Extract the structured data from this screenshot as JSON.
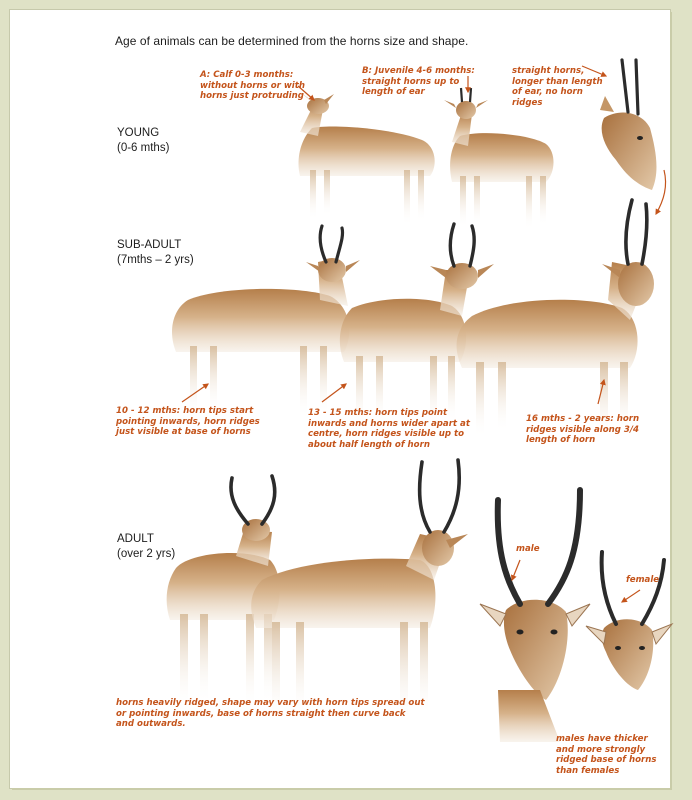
{
  "title": "Age of animals can be determined from the horns size and shape.",
  "sections": {
    "young": {
      "line1": "YOUNG",
      "line2": "(0-6 mths)"
    },
    "subadult": {
      "line1": "SUB-ADULT",
      "line2": "(7mths – 2 yrs)"
    },
    "adult": {
      "line1": "ADULT",
      "line2": "(over 2 yrs)"
    }
  },
  "notes": {
    "calf": [
      "A: Calf 0-3 months:",
      "without horns or with",
      "horns just protruding"
    ],
    "juvenile": [
      "B: Juvenile 4-6 months:",
      "straight horns up to",
      "length of ear"
    ],
    "straight": [
      "straight horns,",
      "longer than length",
      "of ear, no horn",
      "ridges"
    ],
    "sub10": [
      "10 - 12 mths: horn tips start",
      "pointing inwards, horn ridges",
      "just visible at base of horns"
    ],
    "sub13": [
      "13 - 15 mths: horn tips point",
      "inwards and horns wider apart at",
      "centre, horn ridges visible up to",
      "about half length of horn"
    ],
    "sub16": [
      "16 mths - 2 years: horn",
      "ridges visible along 3/4",
      "length of horn"
    ],
    "male": [
      "male"
    ],
    "female": [
      "female"
    ],
    "adult": [
      "horns heavily ridged, shape may vary with horn tips spread out",
      "or pointing inwards, base of horns straight then curve back",
      "and outwards."
    ],
    "malesfemales": [
      "males have thicker",
      "and more strongly",
      "ridged base of horns",
      "than females"
    ]
  },
  "colors": {
    "annotation": "#c4541b",
    "text": "#1d1d1d",
    "frame": "#dfe2c6",
    "coat": "#c9a27a",
    "horn": "#2b2b2b"
  }
}
